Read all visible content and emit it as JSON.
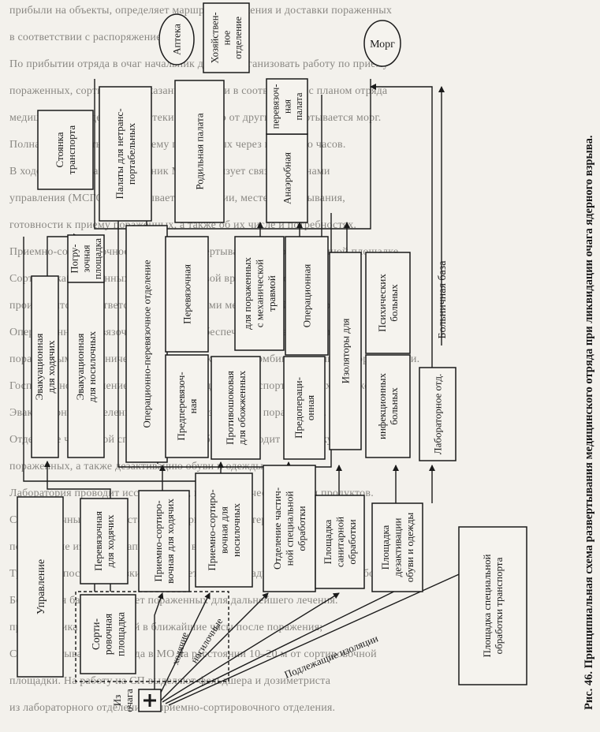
{
  "caption": "Рис. 46. Принципиальная схема развертывания медицинского отряда при ликвидации очага ядерного взрыва.",
  "background_text": [
    "прибыли на объекты, определяет маршруты движения и доставки пораженных",
    "в соответствии с распоряжением МО.",
    "По прибытии отряда в очаг начальник должен организовать работу по приему",
    "пораженных, сортировке и оказанию помощи в соответствии с планом отряда",
    "медицинского отделения и аптеки. Отдельно от других развертывается морг.",
    "Полная готовность МО к приему пораженных через несколько часов.",
    "В ходе развертывания начальник МО организует связь с органами",
    "управления (МСГО), докладывает о прибытии, месте развертывания,",
    "готовности к приему пораженных, а также об их числе и потребностях.",
    "Приемно-сортировочное отделение развертывается на сортировочной площадке.",
    "Сортировка пораженных и оказание первой врачебной помощи",
    "производится в соответствии с принципами медицинской сортировки.",
    "Операционно-перевязочное отделение обеспечивает оказание помощи",
    "пораженным с механической травмой, ожогами и комбинированными поражениями.",
    "Госпитальное отделение предназначено для нетранспортабельных пораженных.",
    "Эвакуационное отделение осуществляет эвакуацию пораженных.",
    "Отделение частичной специальной обработки проводит обработку",
    "пораженных, а также дезактивацию обуви и одежды.",
    "Лаборатория проводит исследования, контроль качества воды и продуктов.",
    "Сортировочный пост выставляется при въезде на территорию отряда,",
    "подлежащие изоляции направляются в изолятор.",
    "Транспорт после разгрузки направляется на площадку специальной обработки.",
    "Больничная база принимает пораженных для дальнейшего лечения.",
    "профилактика осложнений в ближайшие часы после поражения;",
    "СП развертывается у въезда в МО на расстоянии 10–20 м от сортировочной",
    "площадки. На работу на СП выделяют фельдшера и дозиметриста",
    "из лабораторного отделения и приемно-сортировочного отделения."
  ],
  "nodes": {
    "upravlenie": "Управление",
    "sort_ploshchadka": [
      "Сорти-",
      "ровочная",
      "площадка"
    ],
    "perevyaz_khod": [
      "Перевязочная",
      "для ходячих"
    ],
    "priemno_khod": [
      "Приемно-сортиро-",
      "вочная для ходячих"
    ],
    "priemno_nosil": [
      "Приемно-сортиро-",
      "вочная для",
      "носилочных"
    ],
    "chastichnaya": [
      "Отделение частич-",
      "ной специальной",
      "обработки"
    ],
    "sanit_ploshchadka": [
      "Площадка",
      "санитарной",
      "обработки"
    ],
    "dezaktivatsiya": [
      "Площадка",
      "дезактивации",
      "обуви и одежды"
    ],
    "transport_ploshchadka": [
      "Площадка специальной",
      "обработки транспорта"
    ],
    "evak_khod": [
      "Эвакуационная",
      "для ходячих"
    ],
    "evak_nosil": [
      "Эвакуационная",
      "для носилочных"
    ],
    "pogruz": [
      "Погру-",
      "зочная",
      "площадка"
    ],
    "oper_perevyaz": "Операционно-перевязочное отделение",
    "predperevyaz": [
      "Предперевязоч-",
      "ная"
    ],
    "perevyaz": "Перевязочная",
    "protivoshok": [
      "Противошоковая",
      "для обожженных"
    ],
    "mekh_travma": [
      "для пораженных",
      "с механической",
      "травмой"
    ],
    "predoper": [
      "Предопераци-",
      "онная"
    ],
    "operatsionnaya": "Операционная",
    "izolyator": "Изоляторы для",
    "infekts": [
      "инфекционных",
      "больных"
    ],
    "psikh": [
      "Психических",
      "больных"
    ],
    "laboratoriya": "Лабораторное отд.",
    "stoyanka": [
      "Стоянка",
      "транспорта"
    ],
    "netrans": [
      "Палаты для нетранс-",
      "портабельных"
    ],
    "rodilnaya": "Родильная палата",
    "anaerob": "Анаэробная",
    "perevyaz_palata": [
      "перевязоч-",
      "ная",
      "палата"
    ],
    "apteka": "Аптека",
    "khozyaystv": [
      "Хозяйствен-",
      "ное",
      "отделение"
    ],
    "morg": "Морг",
    "bolnichnaya": "Больничная база"
  },
  "labels": {
    "iz_ochaga": [
      "Из",
      "очага"
    ],
    "khodyachie": "ходячие",
    "nosilochnye": "носилочные",
    "podlezh": "Подлежащие изоляции"
  },
  "colors": {
    "ink": "#1a1a1a",
    "paper": "#f3f1ec",
    "bg_text": "#8a8883"
  }
}
